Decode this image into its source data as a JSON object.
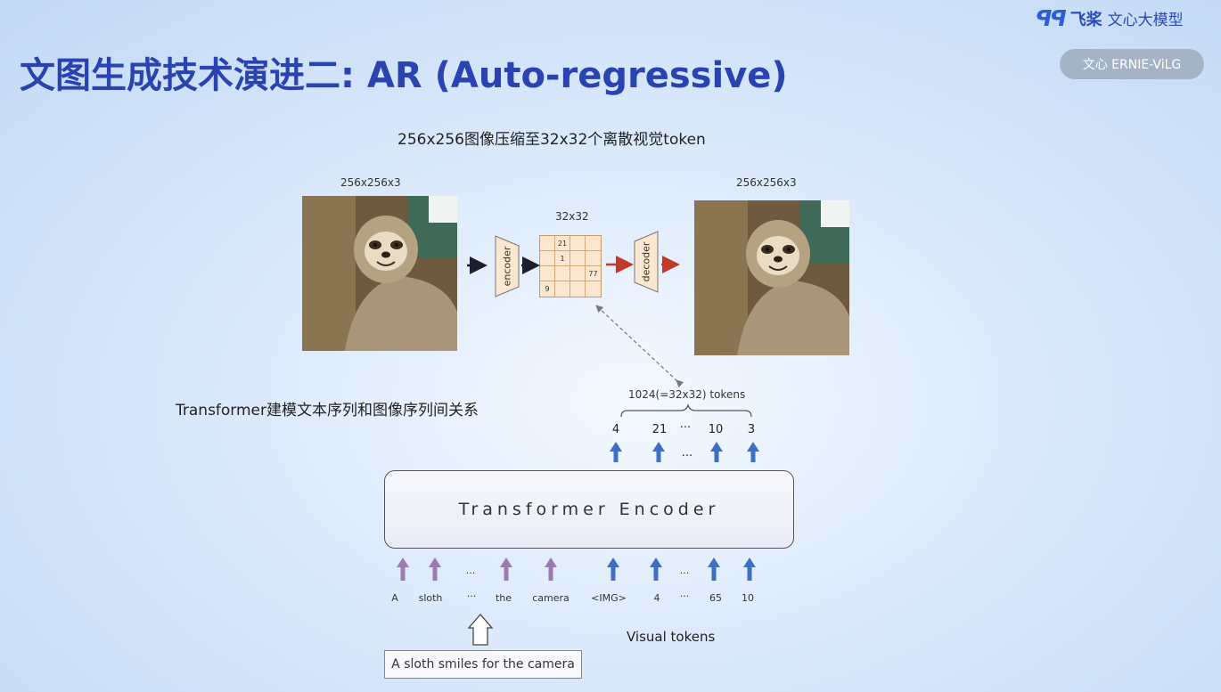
{
  "slide": {
    "title": "文图生成技术演进二: AR (Auto-regressive)",
    "logo_mark": "ꟼꟼ",
    "logo_text": "飞桨",
    "logo_sub": "文心大模型",
    "badge": "文心 ERNIE-ViLG"
  },
  "diagram": {
    "subtitle": "256x256图像压缩至32x32个离散视觉token",
    "input_size_label": "256x256x3",
    "output_size_label": "256x256x3",
    "grid_label": "32x32",
    "grid_cells": [
      "",
      "21",
      "",
      "",
      "",
      "1",
      "",
      "",
      "",
      "",
      "",
      "77",
      "9",
      "",
      "",
      ""
    ],
    "encoder_label": "encoder",
    "decoder_label": "decoder",
    "tokens_brace_label": "1024(=32x32) tokens",
    "section_label": "Transformer建模文本序列和图像序列间关系",
    "transformer_label": "Transformer Encoder",
    "output_tokens": [
      "4",
      "21",
      "···",
      "10",
      "3"
    ],
    "output_dots": "...",
    "input_tokens": [
      "A",
      "sloth",
      "···",
      "the",
      "camera",
      "<IMG>",
      "4",
      "···",
      "65",
      "10"
    ],
    "input_dots_text": "...",
    "input_dots_visual": "...",
    "prompt": "A sloth smiles for the camera",
    "visual_tokens_label": "Visual tokens"
  },
  "colors": {
    "title": "#2a43b0",
    "text_arrow": "#9b7bb0",
    "visual_arrow": "#3e6fc2",
    "red_arrow": "#c0392b",
    "grid_fill": "#fbe6cf"
  }
}
